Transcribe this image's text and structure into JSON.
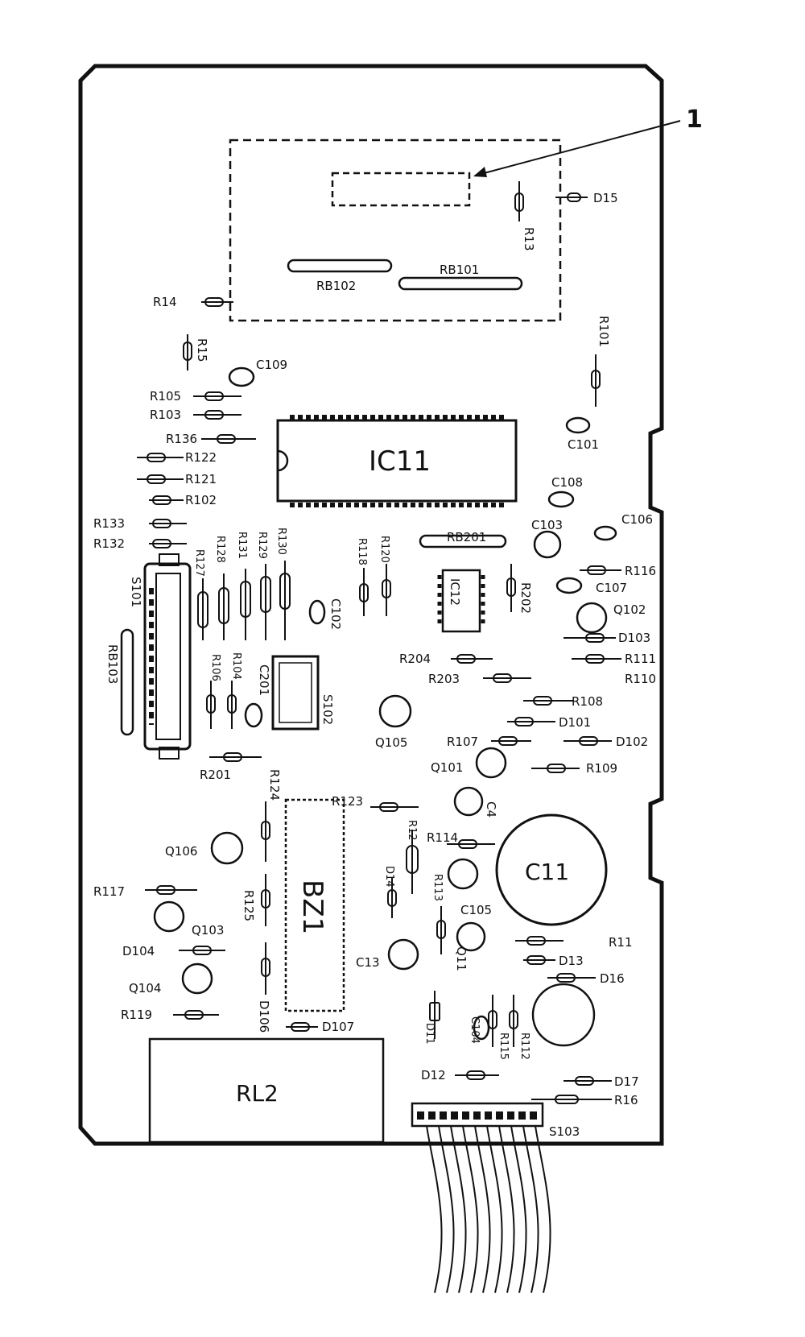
{
  "callout": "1",
  "ics": {
    "ic11": "IC11",
    "ic12": "IC12",
    "bz1": "BZ1",
    "rl2": "RL2",
    "c11": "C11"
  },
  "labels": {
    "D15": "D15",
    "R13": "R13",
    "RB102": "RB102",
    "RB101": "RB101",
    "R14": "R14",
    "R101": "R101",
    "R15": "R15",
    "C109": "C109",
    "R105": "R105",
    "R103": "R103",
    "R136": "R136",
    "R122": "R122",
    "R121": "R121",
    "R102": "R102",
    "C101": "C101",
    "C108": "C108",
    "R133": "R133",
    "R132": "R132",
    "C103": "C103",
    "C106": "C106",
    "RB201": "RB201",
    "R127": "R127",
    "R128": "R128",
    "R131": "R131",
    "R129": "R129",
    "R130": "R130",
    "R118": "R118",
    "R120": "R120",
    "S101": "S101",
    "R116": "R116",
    "C107": "C107",
    "R202": "R202",
    "C102": "C102",
    "Q102": "Q102",
    "RB103": "RB103",
    "D103": "D103",
    "R204": "R204",
    "R111": "R111",
    "R106": "R106",
    "R104": "R104",
    "C201": "C201",
    "S102": "S102",
    "R203": "R203",
    "R110": "R110",
    "R108": "R108",
    "D101": "D101",
    "Q105": "Q105",
    "R107": "R107",
    "D102": "D102",
    "Q101": "Q101",
    "R109": "R109",
    "R201": "R201",
    "R124": "R124",
    "R123": "R123",
    "C4": "C4",
    "R12": "R12",
    "R114": "R114",
    "Q106": "Q106",
    "D14": "D14",
    "R113": "R113",
    "R117": "R117",
    "R125": "R125",
    "C105": "C105",
    "Q103": "Q103",
    "R11": "R11",
    "D104": "D104",
    "C13": "C13",
    "Q11": "Q11",
    "D13": "D13",
    "D16": "D16",
    "Q104": "Q104",
    "R119": "R119",
    "D106": "D106",
    "D107": "D107",
    "D11": "D11",
    "C104": "C104",
    "R115": "R115",
    "R112": "R112",
    "D12": "D12",
    "D17": "D17",
    "R16": "R16",
    "S103": "S103"
  }
}
